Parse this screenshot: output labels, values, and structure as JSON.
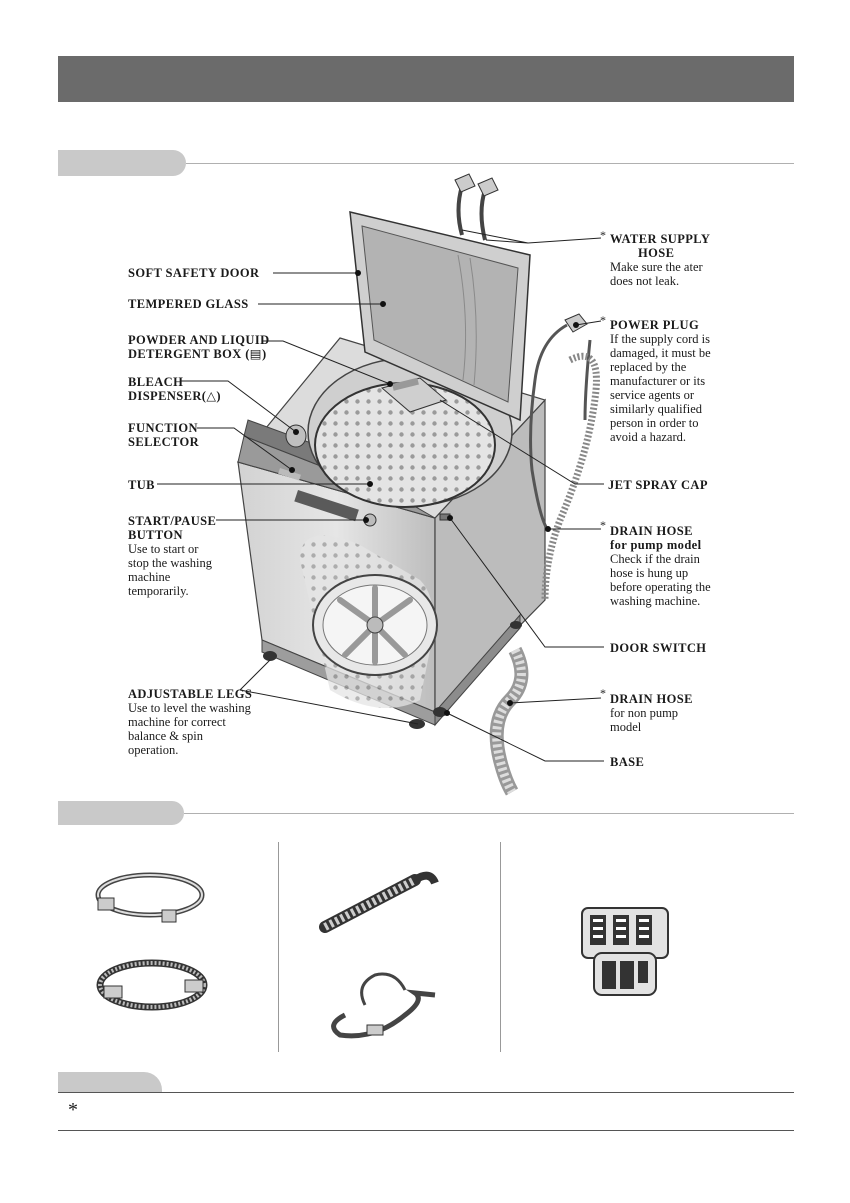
{
  "labels": {
    "soft_safety_door": "SOFT SAFETY DOOR",
    "tempered_glass": "TEMPERED GLASS",
    "detergent_box_1": "POWDER AND LIQUID",
    "detergent_box_2": "DETERGENT BOX",
    "bleach_1": "BLEACH",
    "bleach_2": "DISPENSER",
    "function_1": "FUNCTION",
    "function_2": "SELECTOR",
    "tub": "TUB",
    "start_pause_1": "START/PAUSE",
    "start_pause_2": "BUTTON",
    "start_pause_desc": [
      "Use to start or",
      "stop the washing",
      "machine",
      "temporarily."
    ],
    "adjustable_legs": "ADJUSTABLE LEGS",
    "adjustable_legs_desc": [
      "Use to level the washing",
      "machine for correct",
      "balance & spin",
      "operation."
    ],
    "water_supply_1": "WATER SUPPLY",
    "water_supply_2": "HOSE",
    "water_supply_desc": [
      "Make sure the ater",
      "does not leak."
    ],
    "power_plug": "POWER PLUG",
    "power_plug_desc": [
      "If the supply cord is",
      "damaged, it must be",
      "replaced by the",
      "manufacturer or its",
      "service agents or",
      "similarly qualified",
      "person in order to",
      "avoid a hazard."
    ],
    "jet_spray_cap": "JET SPRAY CAP",
    "drain_pump_1": "DRAIN HOSE",
    "drain_pump_2": "for pump model",
    "drain_pump_desc": [
      "Check if the drain",
      "hose is hung up",
      "before operating the",
      "washing machine."
    ],
    "door_switch": "DOOR SWITCH",
    "drain_nonpump": "DRAIN HOSE",
    "drain_nonpump_desc": [
      "for non pump",
      "model"
    ],
    "base": "BASE",
    "asterisk": "*"
  }
}
